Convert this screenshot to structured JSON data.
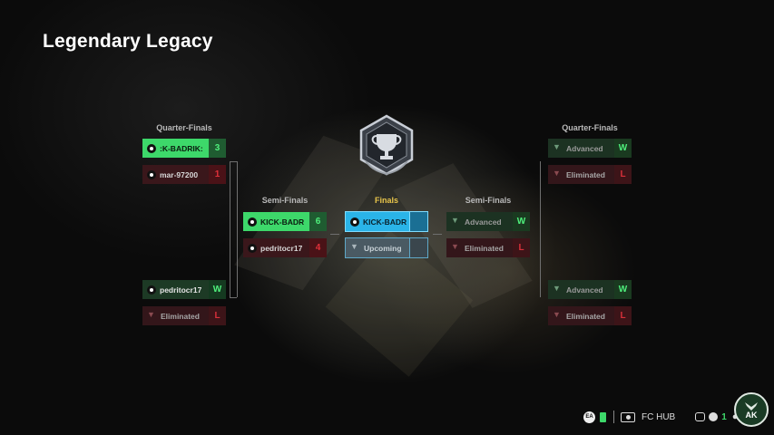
{
  "header": {
    "title": "Legendary Legacy"
  },
  "columns": {
    "qf_left": "Quarter-Finals",
    "sf_left": "Semi-Finals",
    "finals": "Finals",
    "sf_right": "Semi-Finals",
    "qf_right": "Quarter-Finals"
  },
  "bracket": {
    "qf_left": [
      {
        "name": ":K-BADRIK:",
        "score": "3",
        "status": "win"
      },
      {
        "name": "mar-97200",
        "score": "1",
        "status": "lose"
      },
      {
        "name": "pedritocr17",
        "score": "W",
        "status": "win-dim"
      },
      {
        "name": "Eliminated",
        "score": "L",
        "status": "elim"
      }
    ],
    "sf_left": [
      {
        "name": "KICK-BADR",
        "score": "6",
        "status": "win"
      },
      {
        "name": "pedritocr17",
        "score": "4",
        "status": "lose"
      }
    ],
    "finals": [
      {
        "name": "KICK-BADR",
        "score": "",
        "status": "final-a"
      },
      {
        "name": "Upcoming",
        "score": "",
        "status": "final-b"
      }
    ],
    "sf_right": [
      {
        "name": "Advanced",
        "score": "W",
        "status": "adv"
      },
      {
        "name": "Eliminated",
        "score": "L",
        "status": "elim"
      }
    ],
    "qf_right": [
      {
        "name": "Advanced",
        "score": "W",
        "status": "adv"
      },
      {
        "name": "Eliminated",
        "score": "L",
        "status": "elim"
      },
      {
        "name": "Advanced",
        "score": "W",
        "status": "adv"
      },
      {
        "name": "Eliminated",
        "score": "L",
        "status": "elim"
      }
    ]
  },
  "footer": {
    "hub_label": "FC HUB",
    "friends_count": "1",
    "avatar_text": "AK",
    "icons": [
      "ea-icon",
      "battery-icon",
      "camera-icon",
      "controller-icon",
      "volume-icon",
      "friends-icon"
    ]
  },
  "colors": {
    "win": "#3dd86a",
    "lose": "#e0303a",
    "final": "#2ab4e8",
    "finals_label": "#e8c54b"
  }
}
